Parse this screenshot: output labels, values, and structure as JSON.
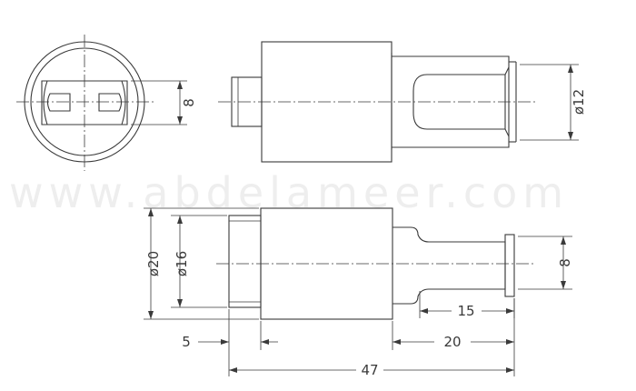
{
  "watermark": "www.abdelameer.com",
  "dimensions": {
    "end_view_height": "8",
    "pin_diameter": "ø12",
    "outer_diameter": "ø20",
    "inner_diameter": "ø16",
    "pin_flat_width": "8",
    "pin_flat_length": "15",
    "flange_length": "5",
    "pin_length": "20",
    "overall_length": "47"
  }
}
